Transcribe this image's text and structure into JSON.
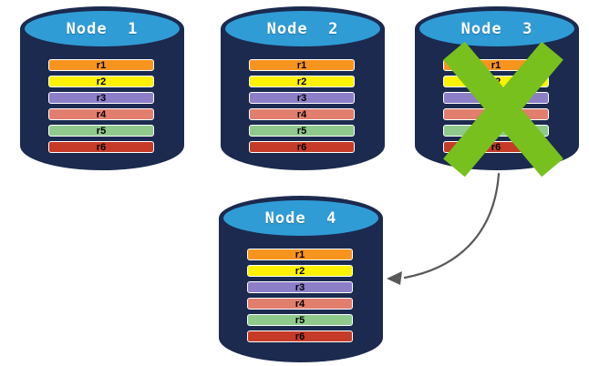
{
  "colors": {
    "cylinder_body": "#1b2a4e",
    "cylinder_top": "#2f9cd6",
    "failure_x": "#78c01e",
    "arrow": "#595959",
    "row_border": "#ffffff"
  },
  "nodes": [
    {
      "name": "Node  1",
      "failed": false,
      "rows": [
        {
          "label": "r1",
          "color": "#f7941e"
        },
        {
          "label": "r2",
          "color": "#fef200"
        },
        {
          "label": "r3",
          "color": "#8d7ec8"
        },
        {
          "label": "r4",
          "color": "#e27e6d"
        },
        {
          "label": "r5",
          "color": "#8fc98c"
        },
        {
          "label": "r6",
          "color": "#c63b27"
        }
      ]
    },
    {
      "name": "Node  2",
      "failed": false,
      "rows": [
        {
          "label": "r1",
          "color": "#f7941e"
        },
        {
          "label": "r2",
          "color": "#fef200"
        },
        {
          "label": "r3",
          "color": "#8d7ec8"
        },
        {
          "label": "r4",
          "color": "#e27e6d"
        },
        {
          "label": "r5",
          "color": "#8fc98c"
        },
        {
          "label": "r6",
          "color": "#c63b27"
        }
      ]
    },
    {
      "name": "Node  3",
      "failed": true,
      "rows": [
        {
          "label": "r1",
          "color": "#f7941e"
        },
        {
          "label": "r2",
          "color": "#fef200"
        },
        {
          "label": "r3",
          "color": "#8d7ec8"
        },
        {
          "label": "r4",
          "color": "#e27e6d"
        },
        {
          "label": "r5",
          "color": "#8fc98c"
        },
        {
          "label": "r6",
          "color": "#c63b27"
        }
      ]
    },
    {
      "name": "Node  4",
      "failed": false,
      "rows": [
        {
          "label": "r1",
          "color": "#f7941e"
        },
        {
          "label": "r2",
          "color": "#fef200"
        },
        {
          "label": "r3",
          "color": "#8d7ec8"
        },
        {
          "label": "r4",
          "color": "#e27e6d"
        },
        {
          "label": "r5",
          "color": "#8fc98c"
        },
        {
          "label": "r6",
          "color": "#c63b27"
        }
      ]
    }
  ]
}
